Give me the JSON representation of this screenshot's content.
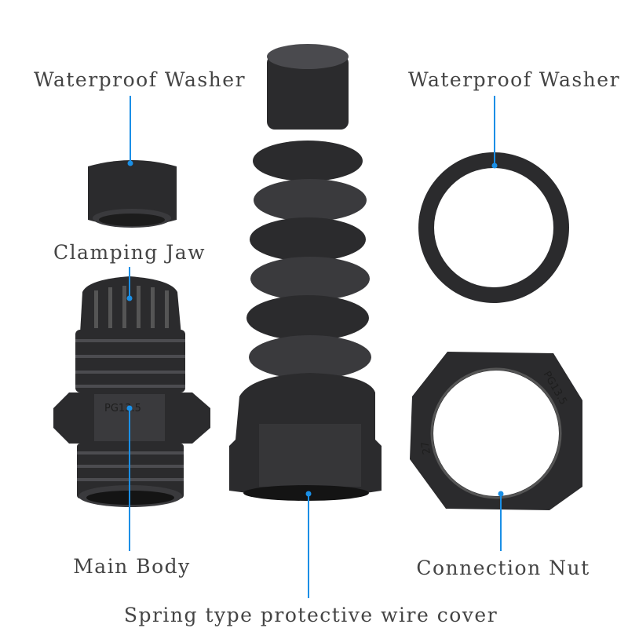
{
  "labels": {
    "washer_left": "Waterproof Washer",
    "washer_right": "Waterproof Washer",
    "clamping_jaw": "Clamping Jaw",
    "main_body": "Main Body",
    "connection_nut": "Connection Nut",
    "spring_cover": "Spring type protective wire cover"
  },
  "stamps": {
    "body_marking": "PG13.5",
    "nut_marking": "PG13.5",
    "nut_size": "27"
  },
  "colors": {
    "leader_line": "#1a8fe6",
    "label_text": "#444444",
    "part_color": "#2b2b2d"
  }
}
